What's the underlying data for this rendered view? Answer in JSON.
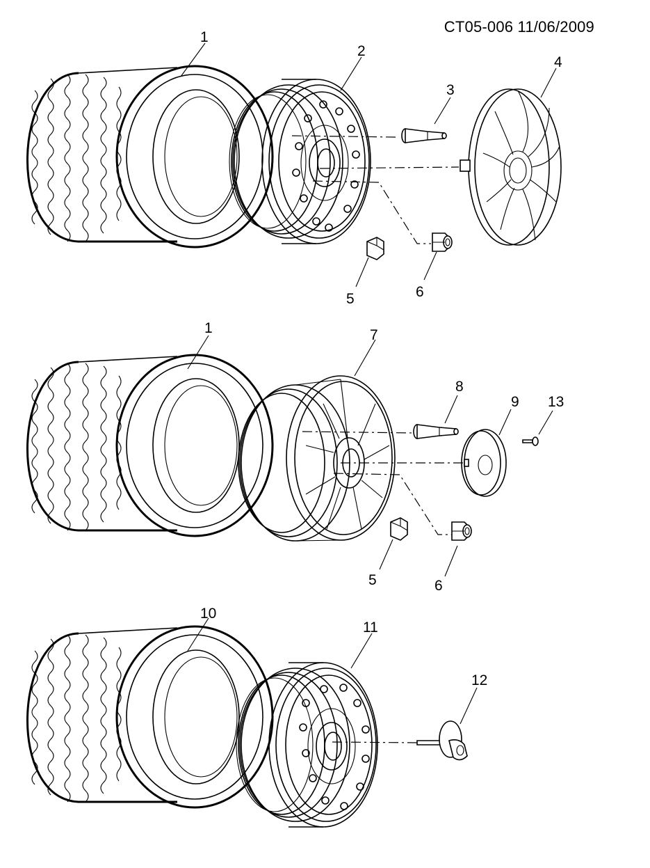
{
  "header": {
    "drawing_code": "CT05-006 11/06/2009"
  },
  "callouts": {
    "tire_top": "1",
    "wheel_steel_top": "2",
    "valve_top": "3",
    "hubcap": "4",
    "balance_weight_top": "5",
    "lug_nut_top": "6",
    "tire_middle": "1",
    "wheel_alloy": "7",
    "valve_middle": "8",
    "center_cap": "9",
    "screw": "13",
    "balance_weight_middle": "5",
    "lug_nut_middle": "6",
    "tire_spare": "10",
    "wheel_spare": "11",
    "spare_hold_down": "12"
  }
}
